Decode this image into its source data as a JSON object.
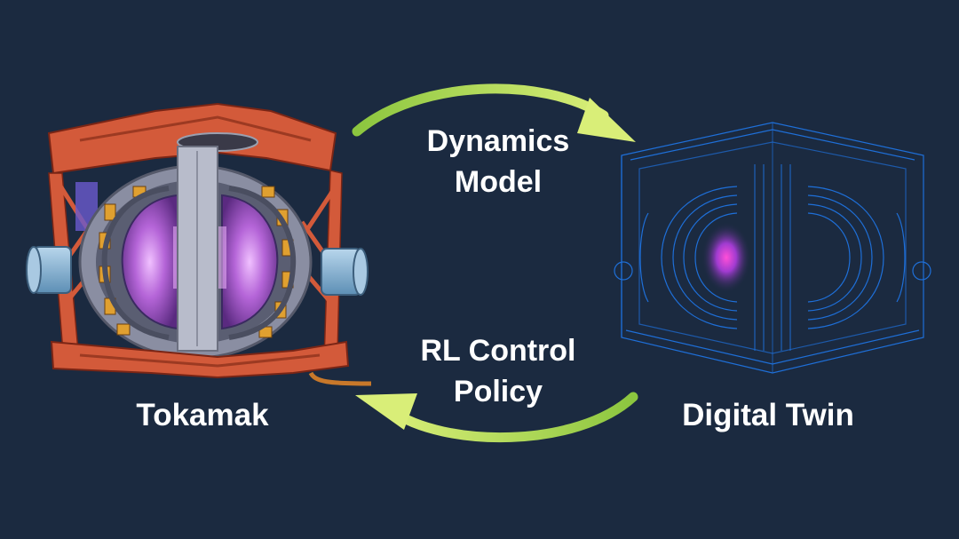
{
  "diagram": {
    "top_arrow": {
      "lines": [
        "Dynamics",
        "Model"
      ]
    },
    "bottom_arrow": {
      "lines": [
        "RL Control",
        "Policy"
      ]
    },
    "left_node": {
      "label": "Tokamak"
    },
    "right_node": {
      "label": "Digital Twin"
    }
  },
  "colors": {
    "background": "#1b2a40",
    "arrow_start": "#8cc63f",
    "arrow_end": "#d9ee78",
    "tokamak_frame": "#d35a3a",
    "tokamak_coil": "#e0a030",
    "plasma": "#b565d8",
    "wireframe": "#1e6fd8",
    "port_blue": "#8fb8d8"
  },
  "icons": {
    "left_node": "tokamak-reactor-illustration",
    "right_node": "digital-twin-wireframe-illustration"
  }
}
